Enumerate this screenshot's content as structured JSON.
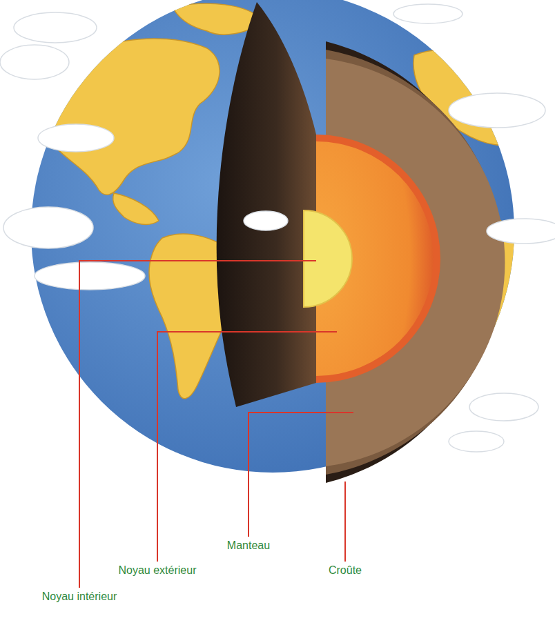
{
  "diagram": {
    "labels": [
      "Manteau",
      "Noyau extérieur",
      "Croûte",
      "Noyau intérieur"
    ]
  }
}
